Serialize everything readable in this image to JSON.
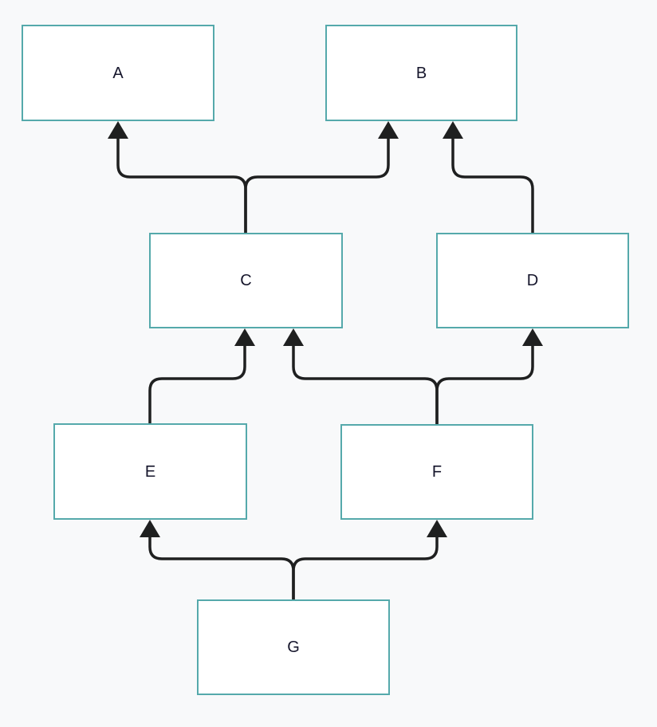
{
  "diagram": {
    "type": "flowchart",
    "direction": "bottom-to-top",
    "nodes": [
      {
        "id": "A",
        "label": "A"
      },
      {
        "id": "B",
        "label": "B"
      },
      {
        "id": "C",
        "label": "C"
      },
      {
        "id": "D",
        "label": "D"
      },
      {
        "id": "E",
        "label": "E"
      },
      {
        "id": "F",
        "label": "F"
      },
      {
        "id": "G",
        "label": "G"
      }
    ],
    "edges": [
      {
        "from": "C",
        "to": "A"
      },
      {
        "from": "C",
        "to": "B"
      },
      {
        "from": "D",
        "to": "B"
      },
      {
        "from": "E",
        "to": "C"
      },
      {
        "from": "F",
        "to": "C"
      },
      {
        "from": "F",
        "to": "D"
      },
      {
        "from": "G",
        "to": "E"
      },
      {
        "from": "G",
        "to": "F"
      }
    ],
    "colors": {
      "node_border": "#55a9ab",
      "node_fill": "#ffffff",
      "label_text": "#15152b",
      "edge": "#1f2020",
      "background": "#f8f9fa"
    }
  }
}
